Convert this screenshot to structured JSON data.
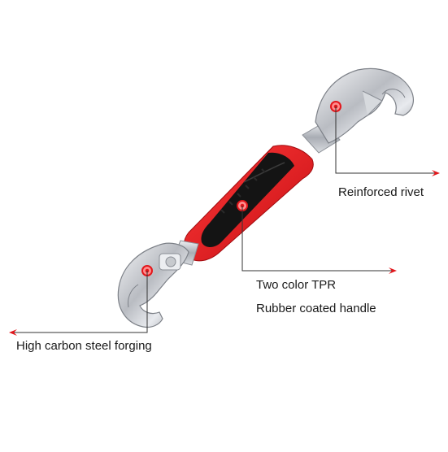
{
  "annotations": {
    "reinforced_rivet": "Reinforced rivet",
    "tpr_line1": "Two color TPR",
    "tpr_line2": "Rubber coated handle",
    "steel_forging": "High carbon steel forging"
  },
  "colors": {
    "accent_red": "#e3161b",
    "handle_black": "#141414",
    "steel": "#c9ccd1",
    "leader_line": "#333333"
  },
  "icons": [
    "wrench-illustration",
    "rivet-marker-icon",
    "arrowhead-icon"
  ]
}
